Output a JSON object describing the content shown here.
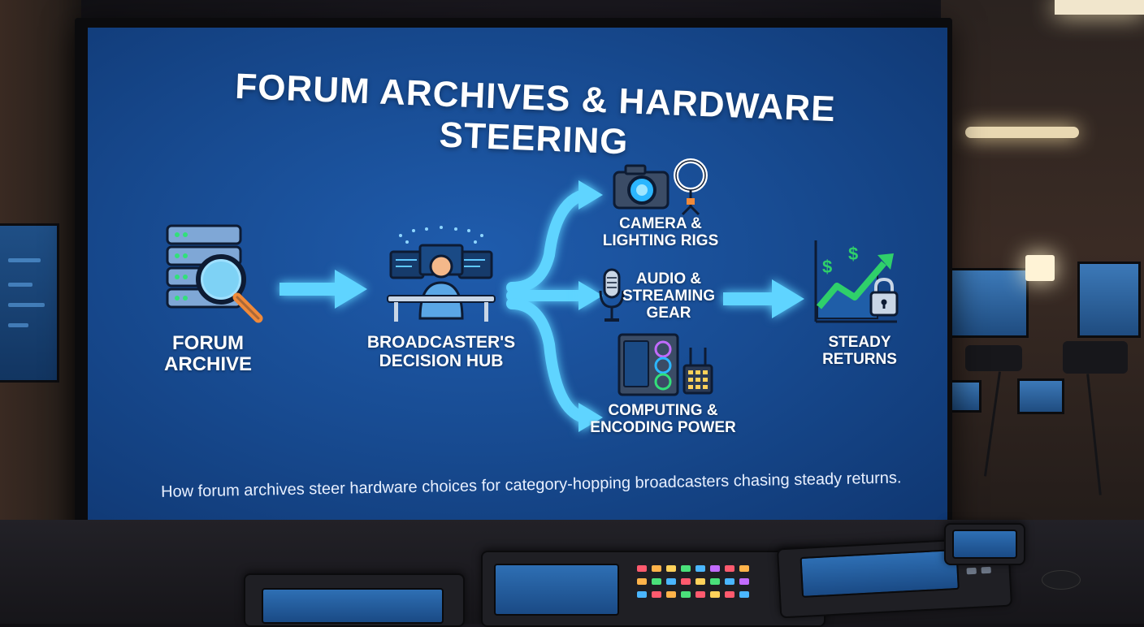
{
  "slide": {
    "title": "FORUM ARCHIVES & HARDWARE STEERING",
    "caption": "How forum archives steer hardware choices for category-hopping broadcasters chasing steady returns."
  },
  "nodes": {
    "forum_archive": {
      "label_line1": "FORUM",
      "label_line2": "ARCHIVE",
      "icon": "server-search-icon"
    },
    "decision_hub": {
      "label_line1": "BROADCASTER'S",
      "label_line2": "DECISION HUB",
      "icon": "person-at-monitors-icon"
    },
    "camera_lighting": {
      "label_line1": "CAMERA &",
      "label_line2": "LIGHTING RIGS",
      "icon": "camera-ring-light-icon"
    },
    "audio_streaming": {
      "label_line1": "AUDIO &",
      "label_line2": "STREAMING",
      "label_line3": "GEAR",
      "icon": "microphone-icon"
    },
    "computing_encoding": {
      "label_line1": "COMPUTING &",
      "label_line2": "ENCODING POWER",
      "icon": "pc-tower-encoder-icon"
    },
    "steady_returns": {
      "label_line1": "STEADY",
      "label_line2": "RETURNS",
      "icon": "growth-chart-lock-icon"
    }
  },
  "colors": {
    "screen_blue": "#184c93",
    "arrow_cyan": "#5fd4ff",
    "money_green": "#2fd06a",
    "magnifier_orange": "#f08a3a",
    "text_white": "#ffffff"
  }
}
